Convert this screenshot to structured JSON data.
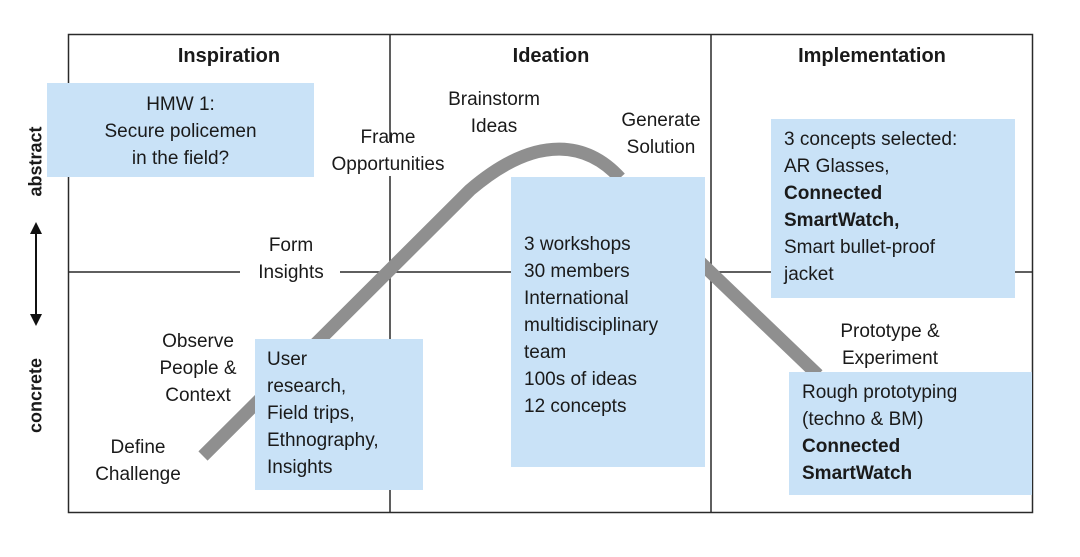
{
  "columns": {
    "inspiration": "Inspiration",
    "ideation": "Ideation",
    "implementation": "Implementation"
  },
  "axis": {
    "top": "abstract",
    "bottom": "concrete"
  },
  "steps": {
    "define": [
      "Define",
      "Challenge"
    ],
    "observe": [
      "Observe",
      "People &",
      "Context"
    ],
    "form_insights": [
      "Form",
      "Insights"
    ],
    "frame": [
      "Frame",
      "Opportunities"
    ],
    "brainstorm": [
      "Brainstorm",
      "Ideas"
    ],
    "generate": [
      "Generate",
      "Solution"
    ],
    "prototype": [
      "Prototype &",
      "Experiment"
    ]
  },
  "boxes": {
    "hmw": [
      "HMW 1:",
      "Secure policemen",
      "in the field?"
    ],
    "research": [
      "User",
      "research,",
      "Field trips,",
      "Ethnography,",
      "Insights"
    ],
    "workshops": [
      "3 workshops",
      "30 members",
      "International",
      "multidisciplinary",
      "team",
      "100s of ideas",
      "12 concepts"
    ],
    "concepts": [
      "3 concepts selected:",
      "AR Glasses,",
      "Connected",
      "SmartWatch,",
      "Smart bullet-proof",
      "jacket"
    ],
    "prototyping": [
      "Rough prototyping",
      "(techno & BM)",
      "Connected",
      "SmartWatch"
    ]
  }
}
